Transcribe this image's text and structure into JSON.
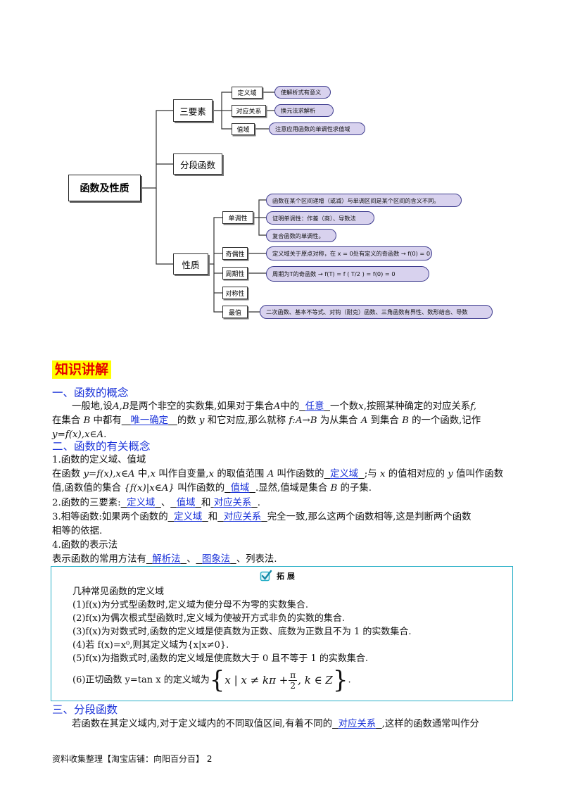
{
  "mindmap": {
    "root": "函数及性质",
    "branches": [
      {
        "label": "三要素",
        "items": [
          {
            "label": "定义域",
            "note": "使解析式有意义"
          },
          {
            "label": "对应关系",
            "note": "换元法求解析"
          },
          {
            "label": "值域",
            "note": "注意应用函数的单调性求值域"
          }
        ]
      },
      {
        "label": "分段函数",
        "items": []
      },
      {
        "label": "性质",
        "items": [
          {
            "label": "单调性",
            "notes": [
              "函数在某个区间递增（或减）与单调区间是某个区间的含义不同。",
              "证明单调性：作差（商）、导数法",
              "复合函数的单调性。"
            ]
          },
          {
            "label": "奇偶性",
            "note": "定义域关于原点对称，在 x = 0处有定义的奇函数 → f(0) = 0"
          },
          {
            "label": "周期性",
            "note": "周期为T的奇函数 → f(T) = f ( T/2 ) = f(0) = 0"
          },
          {
            "label": "对称性",
            "note": ""
          },
          {
            "label": "最值",
            "note": "二次函数、基本不等式、对钩（耐克）函数、三角函数有界性、数形结合、导数"
          }
        ]
      }
    ]
  },
  "banner": "知识讲解",
  "sections": {
    "s1": "一、函数的概念",
    "s2": "二、函数的有关概念",
    "s3": "三、分段函数"
  },
  "s1": {
    "t1": "一般地,设",
    "t2": "A,B",
    "t3": "是两个非空的实数集,如果对于集合",
    "t4": "A",
    "t5": "中的",
    "fill1": "任意",
    "t6": "一个数",
    "t7": "x",
    "t8": ",按照某种确定的对应关系",
    "t9": "f,",
    "l2a": "在集合",
    "l2b": "B",
    "l2c": "中都有",
    "fill2": "唯一确定",
    "l2d": "的数",
    "l2e": "y",
    "l2f": "和它对应,那么就称",
    "l2g": "f:A→B",
    "l2h": "为从集合",
    "l2i": "A",
    "l2j": "到集合",
    "l2k": "B",
    "l2l": "的一个函数,记作",
    "l3a": "y=f(x),x∈A",
    "l3b": "."
  },
  "s2": {
    "p1_title": "1.函数的定义域、值域",
    "p1_l1a": "在函数",
    "p1_l1b": "y=f(x),x∈A",
    "p1_l1c": "中,",
    "p1_l1d": "x",
    "p1_l1e": "叫作自变量,",
    "p1_l1f": "x",
    "p1_l1g": "的取值范围",
    "p1_l1h": "A",
    "p1_l1i": "叫作函数的",
    "fill_dom": "定义域",
    "p1_l1j": ";与",
    "p1_l1k": "x",
    "p1_l1l": "的值相对应的",
    "p1_l1m": "y",
    "p1_l1n": "值叫作函数",
    "p1_l2a": "值,函数值的集合",
    "p1_l2b": "{f(x)|x∈A}",
    "p1_l2c": "叫作函数的",
    "fill_range": "值域",
    "p1_l2d": ".显然,值域是集合",
    "p1_l2e": "B",
    "p1_l2f": "的子集.",
    "p2a": "2.函数的三要素:",
    "fill_e1": "定义域",
    "p2b": "、",
    "fill_e2": "值域",
    "p2c": "和",
    "fill_e3": "对应关系",
    "p2d": ".",
    "p3a": "3.相等函数:如果两个函数的",
    "fill_q1": "定义域",
    "p3b": "和",
    "fill_q2": "对应关系",
    "p3c": "完全一致,那么这两个函数相等,这是判断两个函数",
    "p3d": "相等的依据.",
    "p4_title": "4.函数的表示法",
    "p4a": "表示函数的常用方法有",
    "fill_m1": "解析法",
    "p4b": "、",
    "fill_m2": "图象法",
    "p4c": "、列表法."
  },
  "ext": {
    "head": "拓 展",
    "title": "几种常见函数的定义域",
    "l1": "(1)f(x)为分式型函数时,定义域为使分母不为零的实数集合.",
    "l2": "(2)f(x)为偶次根式型函数时,定义域为使被开方式非负的实数的集合.",
    "l3": "(3)f(x)为对数式时,函数的定义域是使真数为正数、底数为正数且不为 1 的实数集合.",
    "l4": "(4)若 f(x)=x⁰,则其定义域为{x|x≠0}.",
    "l5": "(5)f(x)为指数式时,函数的定义域是使底数大于 0 且不等于 1 的实数集合.",
    "l6a": "(6)正切函数 y=tan x 的定义域为",
    "l6_set_left": "x | x ≠ kπ +",
    "l6_num": "π",
    "l6_den": "2",
    "l6_set_right": ", k ∈ Z",
    "l6b": "."
  },
  "s3": {
    "a": "若函数在其定义域内,对于定义域内的不同取值区间,有着不同的",
    "fill": "对应关系",
    "b": ",这样的函数通常叫作分"
  },
  "footer": "资料收集整理【淘宝店铺：向阳百分百】   2"
}
